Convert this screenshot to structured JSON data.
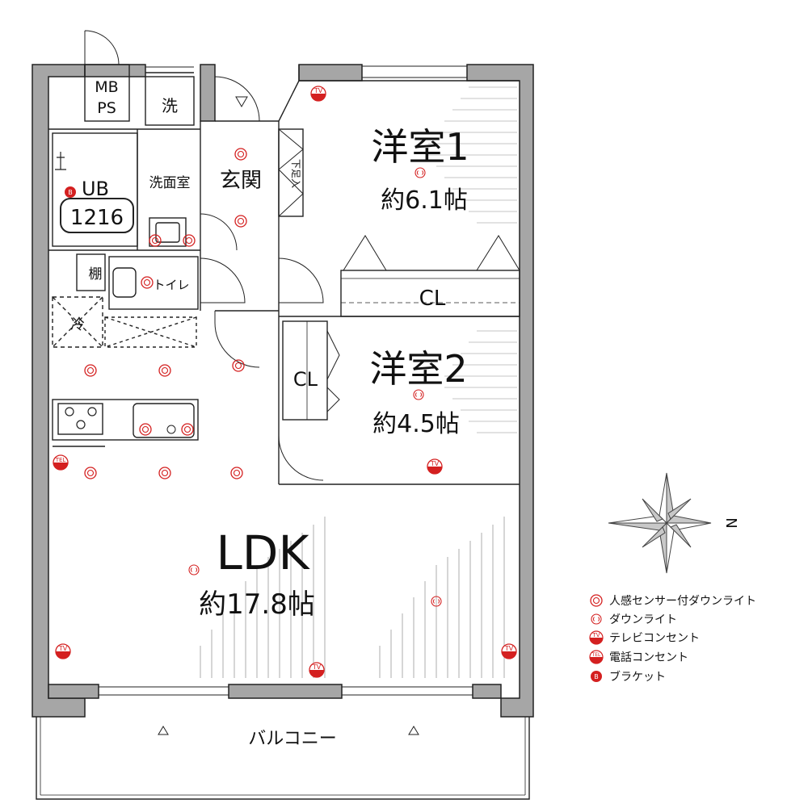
{
  "rooms": {
    "mbps_line1": "MB",
    "mbps_line2": "PS",
    "wash_machine": "洗",
    "ub": "UB",
    "ub_size": "1216",
    "washroom": "洗面室",
    "entrance": "玄関",
    "shoe_box": "下足入",
    "shelf": "棚",
    "toilet": "トイレ",
    "fridge": "冷",
    "room1_name": "洋室1",
    "room1_size": "約6.1帖",
    "room2_name": "洋室2",
    "room2_size": "約4.5帖",
    "cl_large": "CL",
    "cl_small": "CL",
    "ldk_name": "LDK",
    "ldk_size": "約17.8帖",
    "balcony": "バルコニー"
  },
  "compass": {
    "north_label": "N"
  },
  "symbols": {
    "tv": "TV",
    "tel": "TEL",
    "bracket": "B"
  },
  "legend": [
    {
      "key": "sensor",
      "label": "人感センサー付ダウンライト"
    },
    {
      "key": "downlight",
      "label": "ダウンライト"
    },
    {
      "key": "tv",
      "label": "テレビコンセント"
    },
    {
      "key": "tel",
      "label": "電話コンセント"
    },
    {
      "key": "bracket",
      "label": "ブラケット"
    }
  ],
  "colors": {
    "wall": "#a6a6a6",
    "symbol": "#d42020",
    "line": "#222222"
  }
}
